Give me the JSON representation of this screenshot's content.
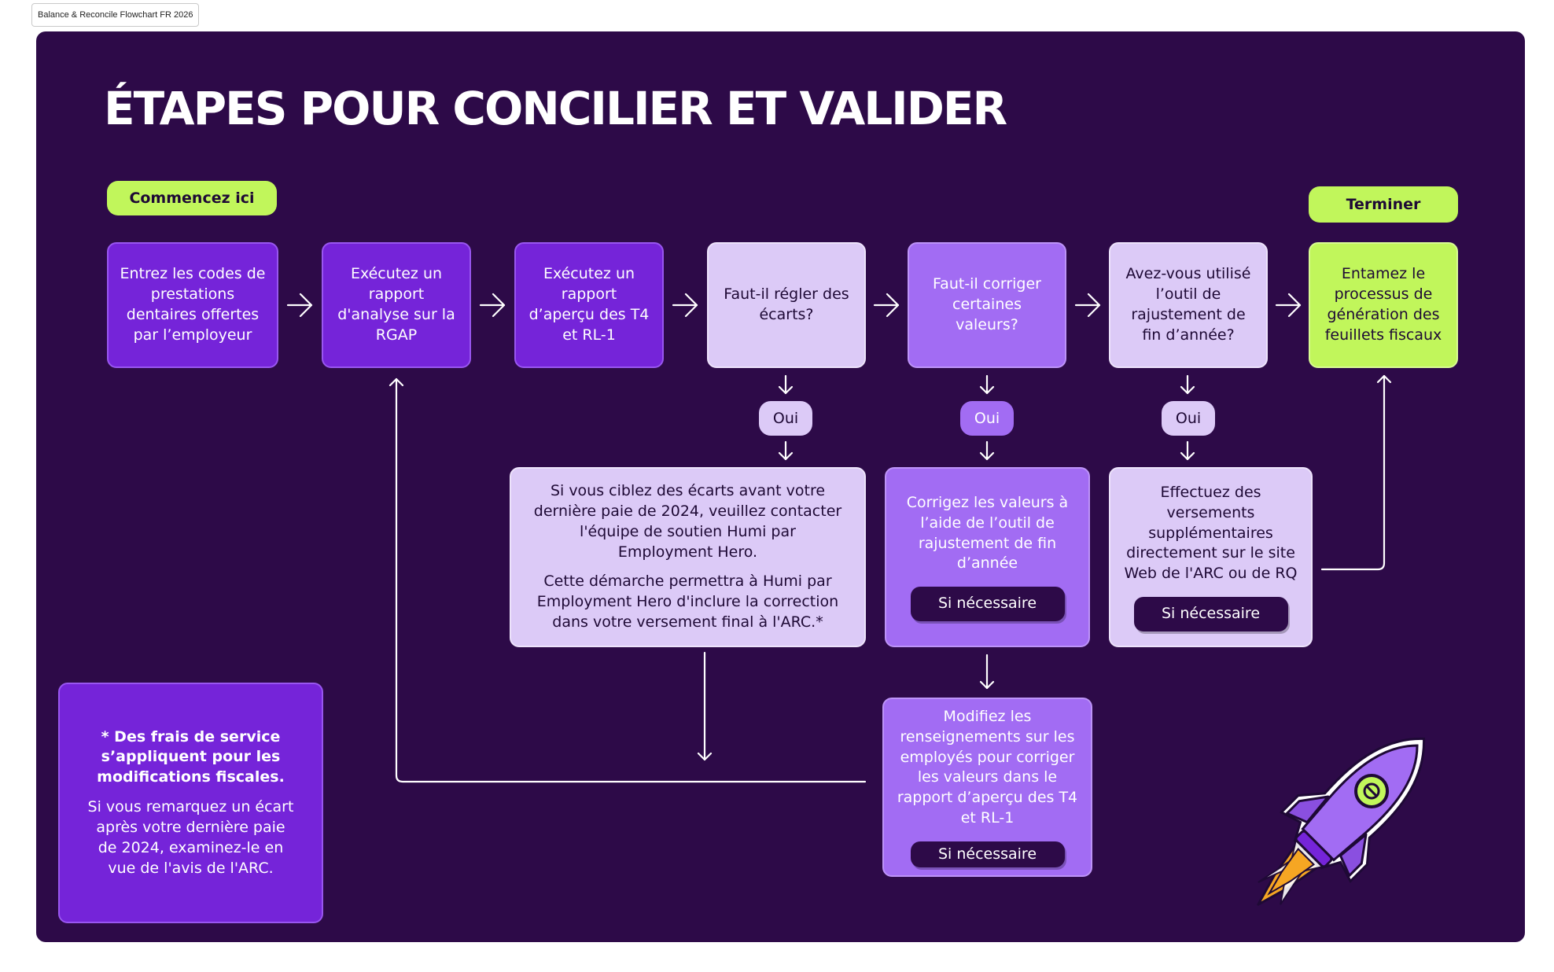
{
  "frame_label": "Balance & Reconcile Flowchart FR 2026",
  "title": "ÉTAPES POUR CONCILIER ET VALIDER",
  "start_label": "Commencez ici",
  "end_label": "Terminer",
  "steps": [
    "Entrez les codes de prestations dentaires offertes par l’employeur",
    "Exécutez un rapport d'analyse sur la RGAP",
    "Exécutez un rapport d’aperçu des T4 et RL-1",
    "Faut-il régler des écarts?",
    "Faut-il corriger certaines valeurs?",
    "Avez-vous utilisé l’outil de rajustement de fin d’année?",
    "Entamez le processus de génération des feuillets fiscaux"
  ],
  "yes_label": "Oui",
  "if_needed_label": "Si nécessaire",
  "discrepancy_box": {
    "para1": "Si vous ciblez des écarts avant votre dernière paie de 2024, veuillez contacter l'équipe de soutien Humi par Employment Hero.",
    "para2": "Cette démarche permettra à Humi par Employment Hero d'inclure la correction dans votre versement final à l'ARC.*"
  },
  "correct_box": "Corrigez les valeurs à l’aide de l’outil de rajustement de fin d’année",
  "payments_box": "Effectuez des versements supplémentaires directement sur le site Web de l'ARC ou de RQ",
  "modify_box": "Modifiez les renseignements sur les employés pour corriger les valeurs dans le rapport d’aperçu des T4 et RL-1",
  "note": {
    "heading": "* Des frais de service s’appliquent pour les modifications fiscales.",
    "body": "Si vous remarquez un écart après votre dernière paie de 2024, examinez-le en vue de l'avis de l'ARC."
  },
  "colors": {
    "background": "#2d0a48",
    "dark_purple": "#7524d9",
    "mid_purple": "#a26cf3",
    "light_purple": "#dccaf7",
    "lime": "#c1f65b",
    "rocket_orange": "#f6a623"
  },
  "icons": [
    "arrow-right-icon",
    "arrow-down-icon",
    "rocket-icon"
  ]
}
